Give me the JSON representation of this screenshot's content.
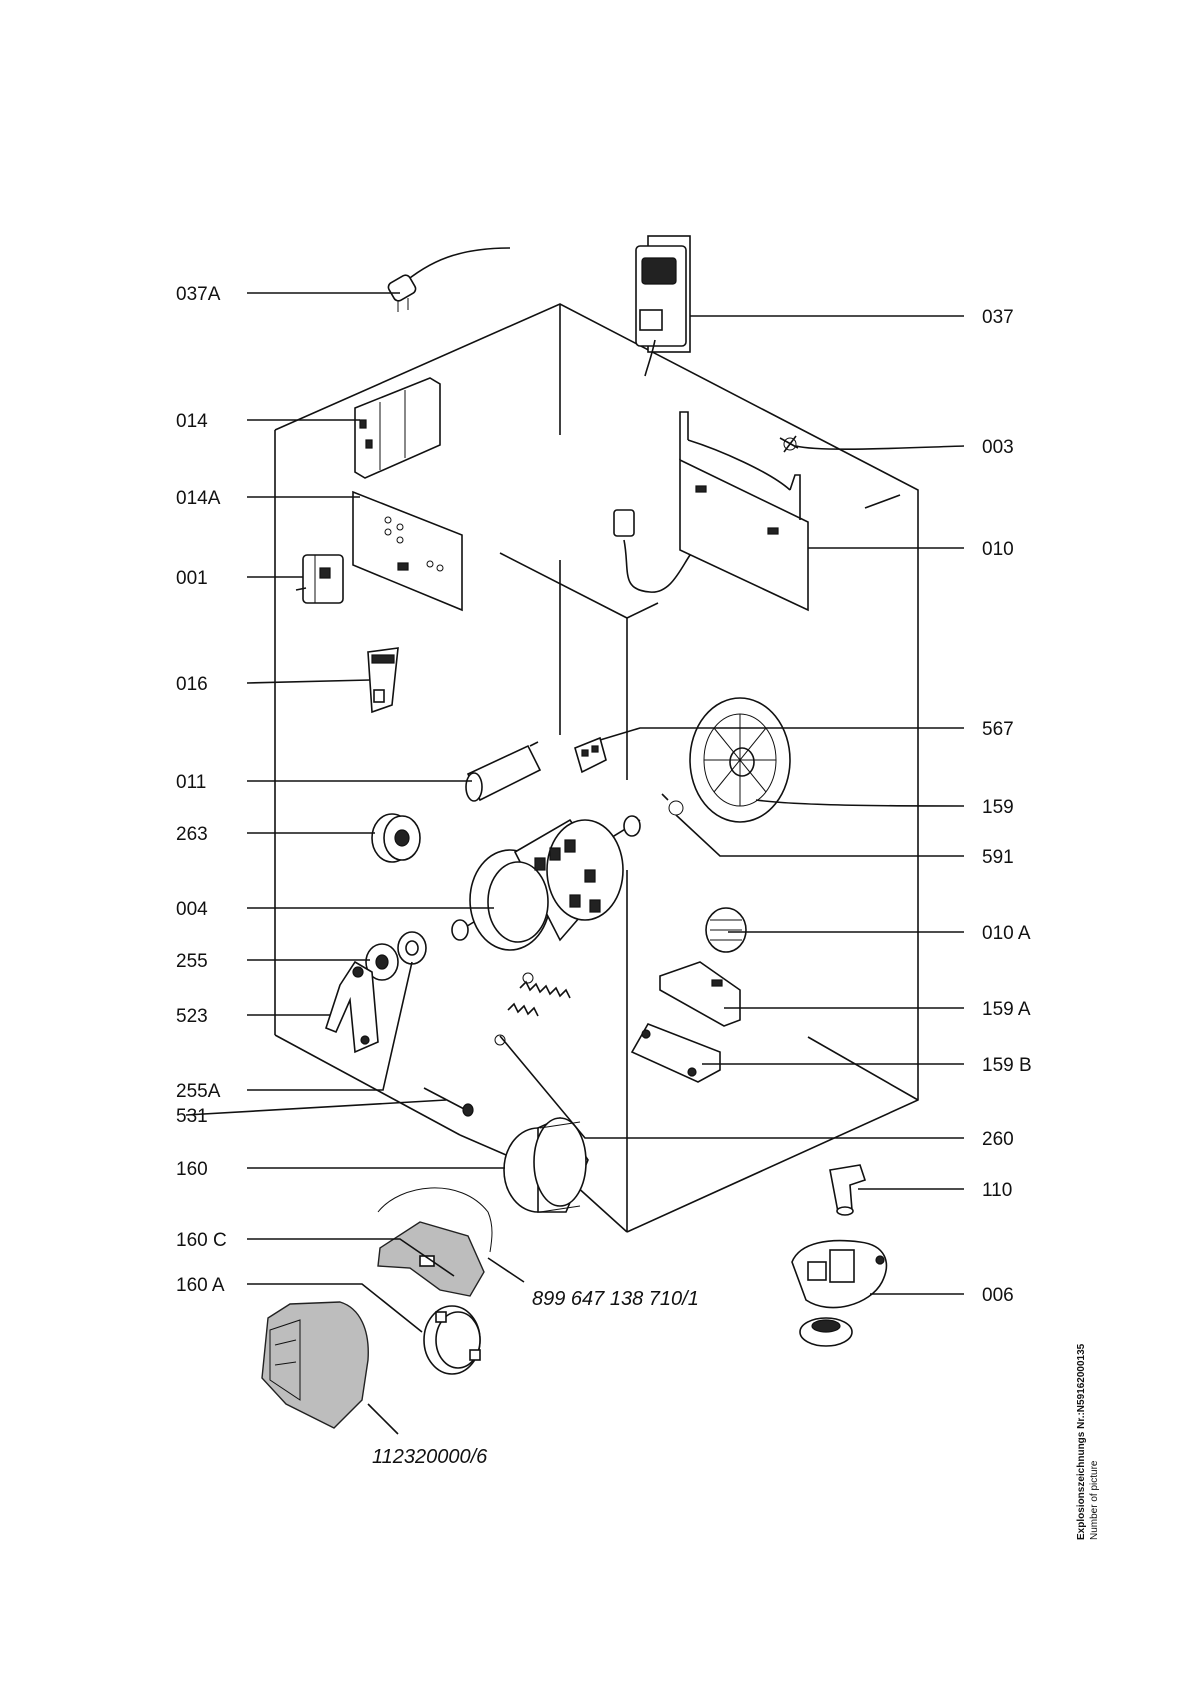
{
  "labels": {
    "p037A": "037A",
    "p037": "037",
    "p014": "014",
    "p003": "003",
    "p014A": "014A",
    "p010": "010",
    "p001": "001",
    "p016": "016",
    "p567": "567",
    "p011": "011",
    "p159": "159",
    "p263": "263",
    "p591": "591",
    "p004": "004",
    "p010A": "010 A",
    "p255": "255",
    "p159A": "159 A",
    "p523": "523",
    "p159B": "159 B",
    "p255A": "255A",
    "p531": "531",
    "p260": "260",
    "p160": "160",
    "p110": "110",
    "p160C": "160 C",
    "p160A": "160 A",
    "p006": "006"
  },
  "kit_numbers": {
    "fan_cover_kit": "899 647 138 710/1",
    "insulation_kit": "112320000/6"
  },
  "caption": {
    "line1": "Explosionszeichnungs Nr.:N59162000135",
    "line2": "Number of picture"
  }
}
